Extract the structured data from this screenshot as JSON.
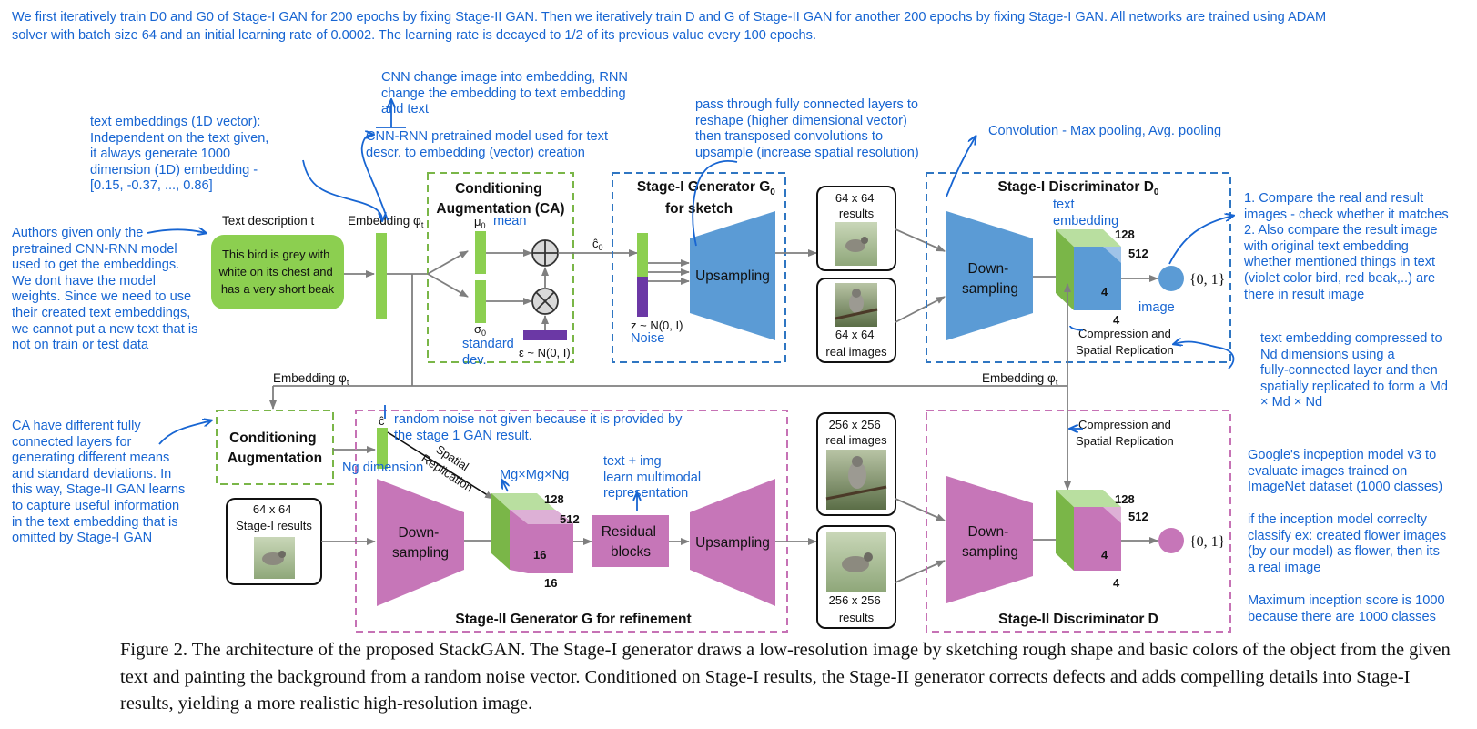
{
  "top_note": {
    "line1": "We first iteratively train D0 and G0 of Stage-I GAN for 200 epochs by fixing Stage-II GAN. Then we iteratively train D and G of Stage-II GAN for another 200 epochs by fixing Stage-I GAN. All networks are trained using ADAM",
    "line2": "solver with batch size 64 and an initial learning rate of 0.0002. The learning rate is decayed to 1/2 of its previous value every 100 epochs."
  },
  "diagram": {
    "text_description_label": "Text description t",
    "text_box": [
      "This bird is grey with",
      "white on its chest and",
      "has a very short beak"
    ],
    "embedding_label": "Embedding φ",
    "embedding_sub": "t",
    "ca_title": [
      "Conditioning",
      "Augmentation (CA)"
    ],
    "mu_label": "μ",
    "mu_sub": "0",
    "sigma_label": "σ",
    "sigma_sub": "0",
    "epsilon_label": "ε ~ N(0, I)",
    "c0_label": "ĉ",
    "c0_sub": "0",
    "z_label": "z ~ N(0, I)",
    "g0_title": [
      "Stage-I Generator G",
      "for sketch"
    ],
    "g0_sub": "0",
    "upsampling": "Upsampling",
    "results_64": [
      "64 x 64",
      "results"
    ],
    "real_64": [
      "64 x 64",
      "real images"
    ],
    "d0_title": "Stage-I Discriminator D",
    "d0_sub": "0",
    "downsampling": [
      "Down-",
      "sampling"
    ],
    "num_128": "128",
    "num_512": "512",
    "num_4": "4",
    "output": "{0, 1}",
    "compression": [
      "Compression and",
      "Spatial Replication"
    ],
    "embedding_left": "Embedding φ",
    "embedding_right": "Embedding φ",
    "ca2_title": [
      "Conditioning",
      "Augmentation"
    ],
    "c_hat": "ĉ",
    "spatial_rep": [
      "Spatial",
      "Replication"
    ],
    "stage1_results": [
      "64 x 64",
      "Stage-I results"
    ],
    "num_16": "16",
    "residual": [
      "Residual",
      "blocks"
    ],
    "real_256": [
      "256 x 256",
      "real images"
    ],
    "results_256": [
      "256 x 256",
      "results"
    ],
    "g_title": "Stage-II Generator G for refinement",
    "d_title": "Stage-II Discriminator D"
  },
  "annotations": {
    "cnn_rnn_change": [
      "CNN change image into embedding, RNN",
      "change the embedding to text embedding",
      "and text"
    ],
    "cnn_rnn_pretrained": [
      "CNN-RNN pretrained model used for text",
      "descr. to embedding (vector) creation"
    ],
    "text_embeddings": [
      "text embeddings (1D vector):",
      "Independent on the text given,",
      "it always generate 1000",
      "dimension (1D) embedding -",
      "[0.15, -0.37, ..., 0.86]"
    ],
    "authors": [
      "Authors given only the",
      "pretrained CNN-RNN model",
      "used to get the embeddings.",
      "We dont have the model",
      "weights. Since we need to use",
      "their created text embeddings,",
      "we cannot put a new text that is",
      "not on train or test data"
    ],
    "mean": "mean",
    "standard_dev": [
      "standard",
      "dev."
    ],
    "noise": "Noise",
    "fully_connected": [
      "pass through fully connected layers to",
      "reshape (higher dimensional vector)",
      "then transposed convolutions to",
      "upsample (increase spatial resolution)"
    ],
    "convolution": "Convolution - Max pooling, Avg. pooling",
    "text_embedding": [
      "text",
      "embedding"
    ],
    "image": "image",
    "compare": [
      "1. Compare the real and result",
      "images - check whether it matches",
      "2. Also compare the result image",
      "with original text embedding",
      "whether mentioned things in text",
      "(violet color bird, red beak,..) are",
      "there in result image"
    ],
    "compressed": [
      "text embedding compressed to",
      "Nd dimensions using a",
      "fully-connected layer and then",
      "spatially replicated to form a Md",
      "× Md × Nd"
    ],
    "ca_fully": [
      "CA have different fully",
      "connected layers for",
      "generating different means",
      "and standard deviations. In",
      "this way, Stage-II GAN learns",
      "to capture useful information",
      "in the text embedding that is",
      "omitted by Stage-I GAN"
    ],
    "random_noise": [
      "random noise not given because it is provided by",
      "the stage 1 GAN result."
    ],
    "ng_dimension": "Ng dimension",
    "mg": "Mg×Mg×Ng",
    "text_img": [
      "text + img",
      "learn multimodal",
      "representation"
    ],
    "inception": [
      "Google's incpeption model v3 to",
      "evaluate images trained on",
      "ImageNet dataset (1000 classes)"
    ],
    "inception2": [
      "if the inception model correclty",
      "classify ex: created flower images",
      "(by our model) as flower, then its",
      "a real image"
    ],
    "max_score": [
      "Maximum inception score is 1000",
      "because there are 1000 classes"
    ]
  },
  "caption": "Figure 2. The architecture of the proposed StackGAN. The Stage-I generator draws a low-resolution image by sketching rough shape and basic colors of the object from the given text and painting the background from a random noise vector. Conditioned on Stage-I results, the Stage-II generator corrects defects and adds compelling details into Stage-I results, yielding a more realistic high-resolution image.",
  "colors": {
    "annotation": "#1765d2",
    "green": "#8ccf50",
    "green_dash": "#7ab648",
    "blue_dash": "#2f76c2",
    "blue_trap": "#5b9bd5",
    "magenta_dash": "#c672b5",
    "magenta_trap": "#c676b8",
    "violet_bar": "#6b38a5"
  }
}
